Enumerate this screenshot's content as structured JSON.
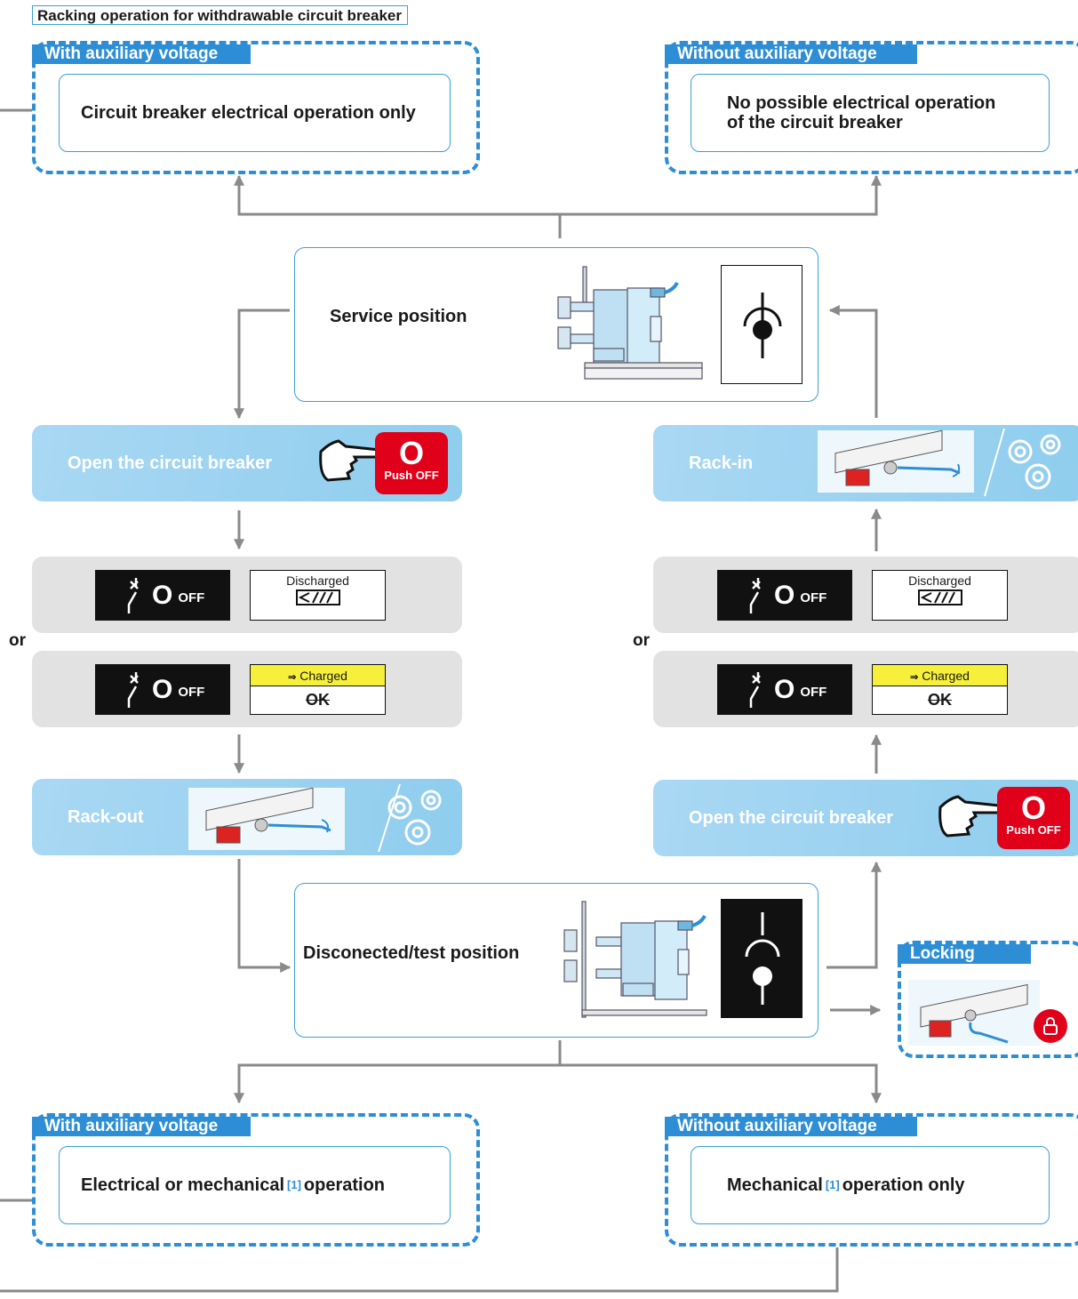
{
  "page_title": "Racking operation for withdrawable circuit breaker",
  "top_left": {
    "tab": "With auxiliary voltage",
    "text": "Circuit breaker electrical operation only"
  },
  "top_right": {
    "tab": "Without auxiliary voltage",
    "line1": "No possible electrical operation",
    "line2": "of the circuit breaker"
  },
  "service_position": {
    "label": "Service position"
  },
  "left_flow": {
    "open_label": "Open the circuit breaker",
    "push_o": "O",
    "push_off": "Push OFF",
    "state1": {
      "o": "O",
      "off": "OFF",
      "spring": "Discharged"
    },
    "or": "or",
    "state2": {
      "o": "O",
      "off": "OFF",
      "spring": "Charged",
      "ok": "OK"
    },
    "rack_label": "Rack-out"
  },
  "right_flow": {
    "rack_label": "Rack-in",
    "state1": {
      "o": "O",
      "off": "OFF",
      "spring": "Discharged"
    },
    "or": "or",
    "state2": {
      "o": "O",
      "off": "OFF",
      "spring": "Charged",
      "ok": "OK"
    },
    "open_label": "Open the circuit breaker",
    "push_o": "O",
    "push_off": "Push OFF"
  },
  "test_position": {
    "label": "Disconected/test position"
  },
  "locking": {
    "tab": "Locking"
  },
  "bottom_left": {
    "tab": "With auxiliary voltage",
    "text_a": "Electrical or mechanical",
    "note": "[1]",
    "text_b": "operation"
  },
  "bottom_right": {
    "tab": "Without auxiliary voltage",
    "text_a": "Mechanical",
    "note": "[1]",
    "text_b": "operation only"
  },
  "colors": {
    "accent_blue": "#2d8ed6",
    "action_blue": "#9dd3f1",
    "state_grey": "#e2e2e2",
    "push_red": "#e0001a",
    "charged_yellow": "#f7f03a",
    "connector_grey": "#8a8a8a"
  }
}
